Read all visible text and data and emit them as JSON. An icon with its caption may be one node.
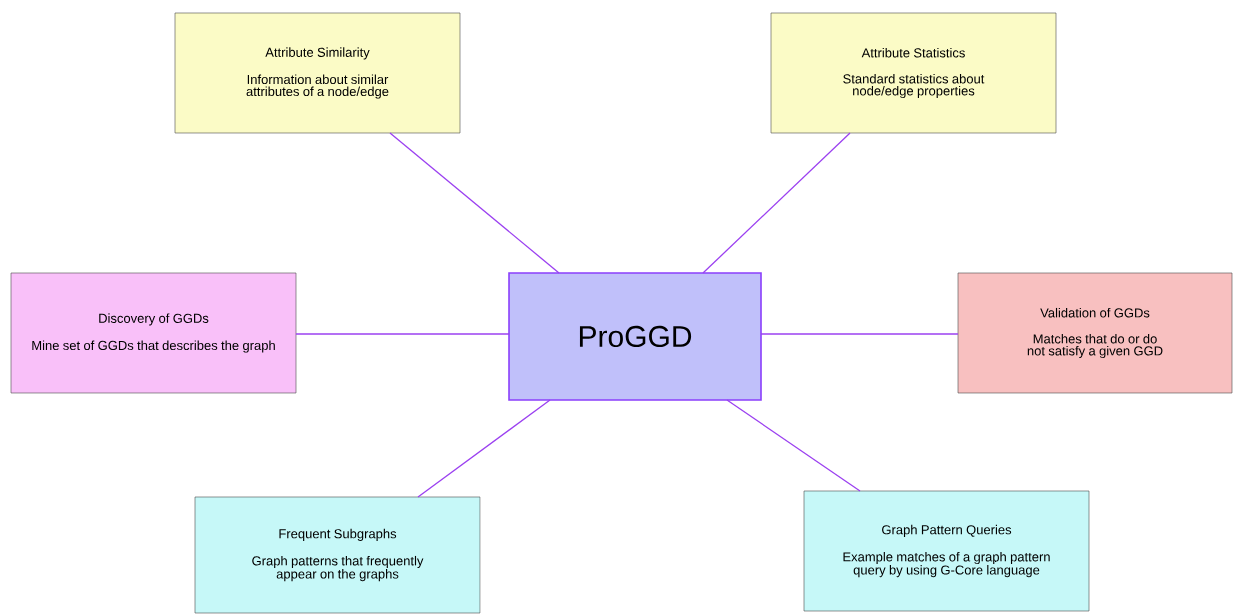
{
  "diagram": {
    "nodes": [
      {
        "text": [
          "ProGGD"
        ]
      },
      {
        "text": [
          "Attribute Similarity",
          "Information about similar attributes of a node/edge"
        ]
      },
      {
        "text": [
          "Attribute Statistics",
          "Standard statistics about node/edge properties"
        ]
      },
      {
        "text": [
          "Discovery of GGDs",
          "Mine set of GGDs that describes the graph"
        ]
      },
      {
        "text": [
          "Validation of GGDs",
          "Matches that do or do not satisfy a given GGD"
        ]
      },
      {
        "text": [
          "Frequent Subgraphs",
          "Graph patterns that frequently appear on the graphs"
        ]
      },
      {
        "text": [
          "Graph Pattern Queries",
          "Example matches of a graph pattern query by using G-Core language"
        ]
      }
    ],
    "edges": [
      {
        "from": 0,
        "to": 1,
        "arrow": "none"
      },
      {
        "from": 0,
        "to": 2,
        "arrow": "none"
      },
      {
        "from": 0,
        "to": 3,
        "arrow": "none"
      },
      {
        "from": 0,
        "to": 4,
        "arrow": "none"
      },
      {
        "from": 0,
        "to": 5,
        "arrow": "none"
      },
      {
        "from": 0,
        "to": 6,
        "arrow": "none"
      }
    ]
  }
}
